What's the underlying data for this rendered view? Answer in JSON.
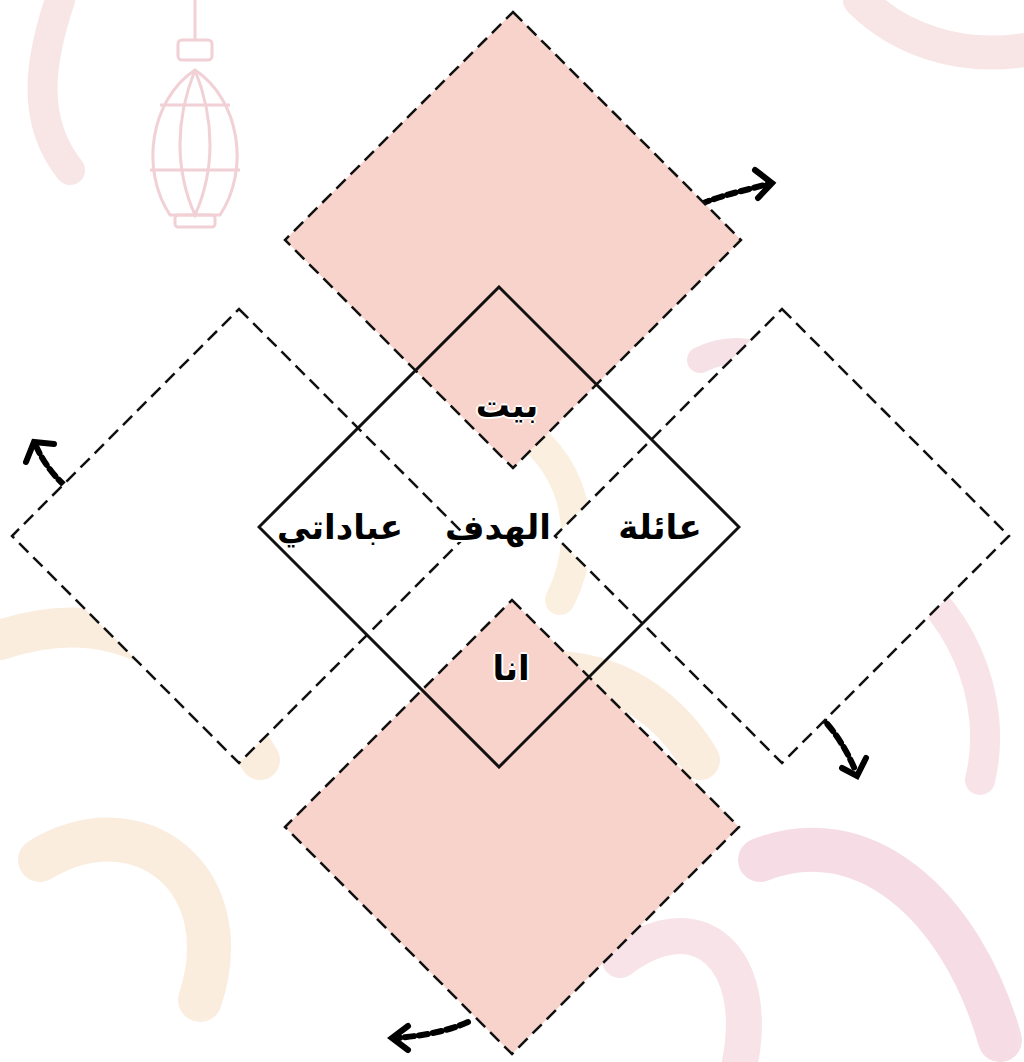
{
  "diagram": {
    "nodes": [
      {
        "text": [
          "الهدف"
        ]
      },
      {
        "text": [
          "بيت"
        ]
      },
      {
        "text": [
          "عائلة"
        ]
      },
      {
        "text": [
          "انا"
        ]
      },
      {
        "text": [
          "عباداتي"
        ]
      }
    ]
  }
}
